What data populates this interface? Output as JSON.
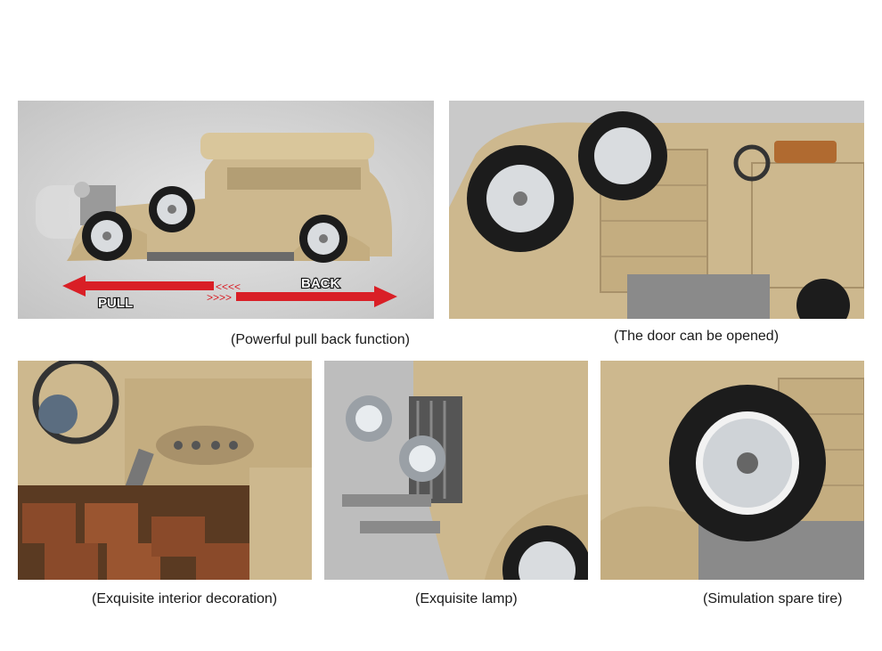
{
  "panels": [
    {
      "caption": "(Powerful pull back function)",
      "arrow_left_label": "PULL",
      "arrow_right_label": "BACK"
    },
    {
      "caption": "(The door can be opened)"
    },
    {
      "caption": "(Exquisite interior decoration)"
    },
    {
      "caption": "(Exquisite lamp)"
    },
    {
      "caption": "(Simulation spare tire)"
    }
  ],
  "colors": {
    "body_tan": "#cdb88e",
    "dark_tan": "#a8916a",
    "tire_black": "#1c1c1c",
    "rim_silver": "#d9dcdf",
    "arrow_red": "#d91f26",
    "background_gray": "#cfcfcf",
    "seat_brown": "#8a4a2a"
  }
}
